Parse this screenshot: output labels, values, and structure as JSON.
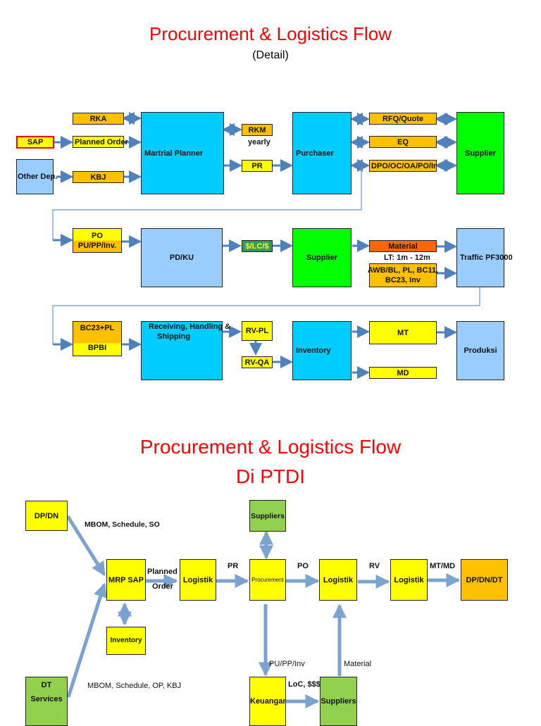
{
  "diagram1": {
    "title": "Procurement & Logistics Flow",
    "subtitle": "(Detail)",
    "row1": {
      "rka": "RKA",
      "sap": "SAP",
      "planned_order": "Planned Order",
      "other_dep": "Other Dep.",
      "kbj": "KBJ",
      "material_planner": "Martrial Planner",
      "rkm": "RKM",
      "yearly": "yearly",
      "pr": "PR",
      "purchaser": "Purchaser",
      "rfq_quote": "RFQ/Quote",
      "eq": "EQ",
      "dpo": "DPO/OC/OA/PO/Inv",
      "supplier": "Supplier"
    },
    "row2": {
      "po": "PO",
      "pu_pp_inv": "PU/PP/Inv.",
      "pd_ku": "PD/KU",
      "lc": "$/LC/$",
      "supplier": "Supplier",
      "material": "Material",
      "lead_time": "LT: 1m - 12m",
      "docs_line1": "AWB/BL, PL, BC11,",
      "docs_line2": "BC23, Inv",
      "traffic": "Traffic PF3000"
    },
    "row3": {
      "bc23_pl": "BC23+PL",
      "bpbi": "BPBI",
      "receiving_line1": "Receiving, Handling &",
      "receiving_line2": "Shipping",
      "rv_pl": "RV-PL",
      "rv_qa": "RV-QA",
      "inventory": "Inventory",
      "mt": "MT",
      "md": "MD",
      "produksi": "Produksi"
    }
  },
  "diagram2": {
    "title_line1": "Procurement & Logistics Flow",
    "title_line2": "Di PTDI",
    "nodes": {
      "dp_dn": "DP/DN",
      "mrp_sap": "MRP SAP",
      "logistik1": "Logistik",
      "inventory": "Inventory",
      "suppliers_top": "Suppliers",
      "procurement": "Procurement",
      "logistik2": "Logistik",
      "logistik3": "Logistik",
      "dp_dn_dt": "DP/DN/DT",
      "dt_line1": "DT",
      "dt_line2": "Services",
      "keuangan": "Keuangan",
      "suppliers_bottom": "Suppliers"
    },
    "labels": {
      "mbom_so": "MBOM, Schedule, SO",
      "mbom_kbj": "MBOM, Schedule, OP, KBJ",
      "planned": "Planned",
      "order": "Order",
      "pr": "PR",
      "po": "PO",
      "rv": "RV",
      "mt_md": "MT/MD",
      "pu_pp_inv": "PU/PP/Inv",
      "material": "Material",
      "loc": "LoC, $$$"
    }
  }
}
